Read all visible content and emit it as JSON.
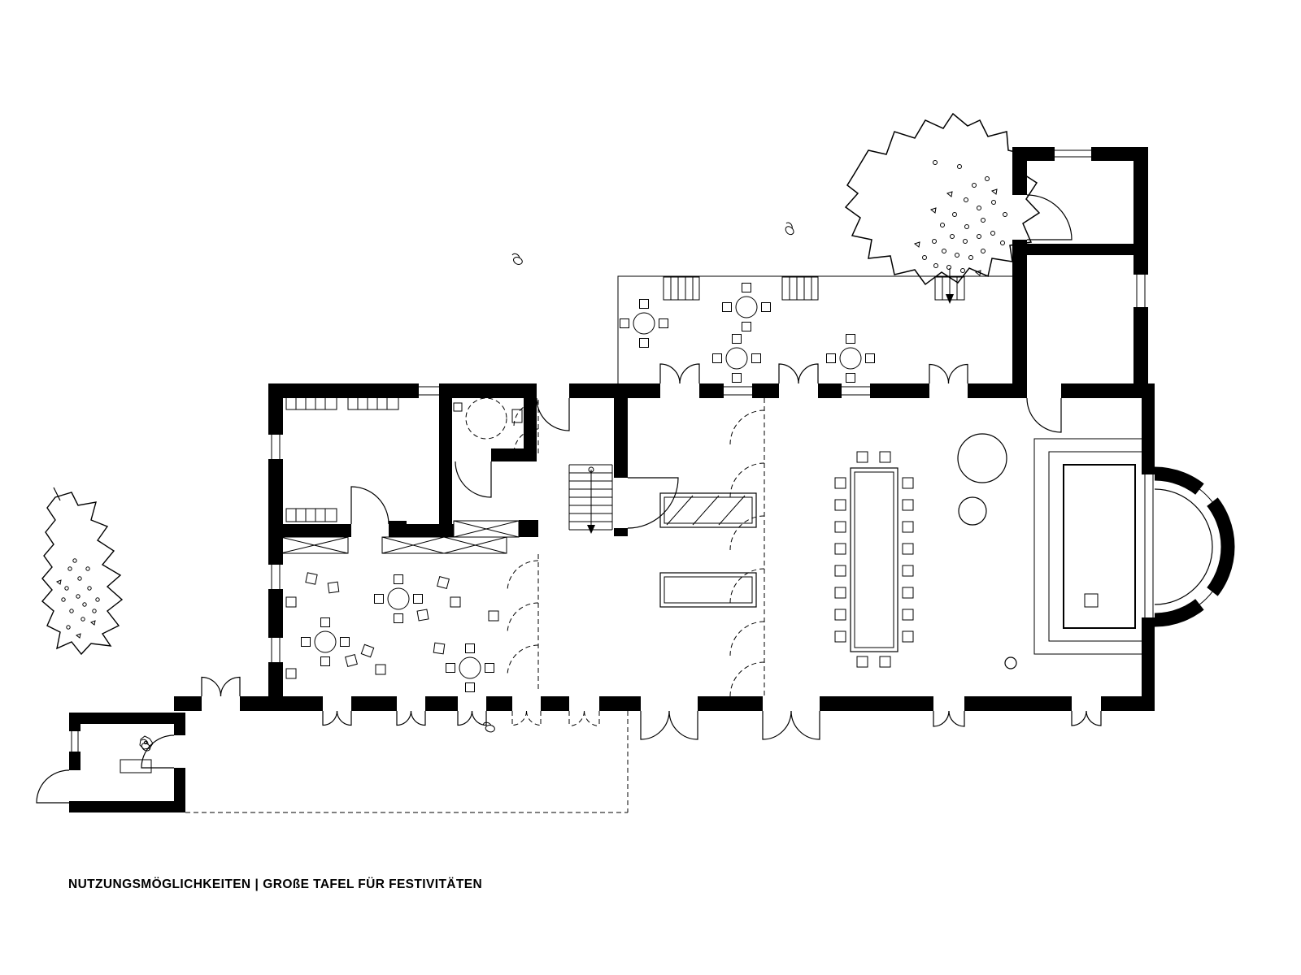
{
  "document": {
    "type": "architectural-floor-plan",
    "caption": {
      "title": "NUTZUNGSMÖGLICHKEITEN",
      "separator": "|",
      "subtitle": "GROßE TAFEL FÜR FESTIVITÄTEN"
    }
  },
  "colors": {
    "ink": "#000000",
    "paper": "#ffffff"
  }
}
